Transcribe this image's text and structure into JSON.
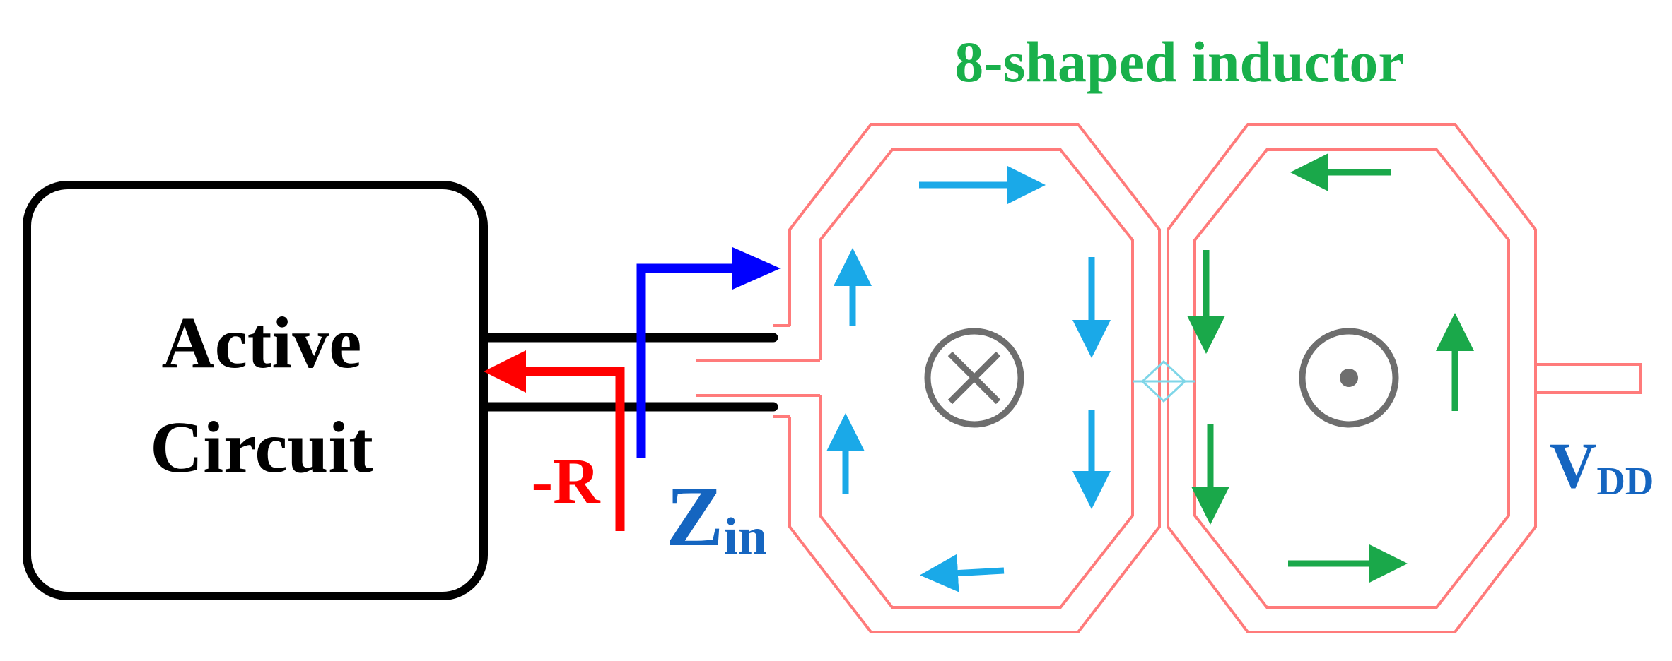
{
  "title": "8-shaped inductor",
  "block_label_line1": "Active",
  "block_label_line2": "Circuit",
  "neg_r_label": "-R",
  "zin_main": "Z",
  "zin_sub": "in",
  "vdd_main": "V",
  "vdd_sub": "DD",
  "symbols": {
    "left_loop": "cross-circle-icon",
    "right_loop": "dot-circle-icon"
  },
  "colors": {
    "title": "#19b04b",
    "neg_r": "#ff0000",
    "zin": "#1565c0",
    "vdd": "#1565c0",
    "inductor_trace": "#ff7b7b",
    "left_loop_arrows": "#1aa9e8",
    "right_loop_arrows": "#1aa84a",
    "zin_arrow": "#0000ff",
    "neg_r_arrow": "#ff0000",
    "wires": "#000000"
  }
}
